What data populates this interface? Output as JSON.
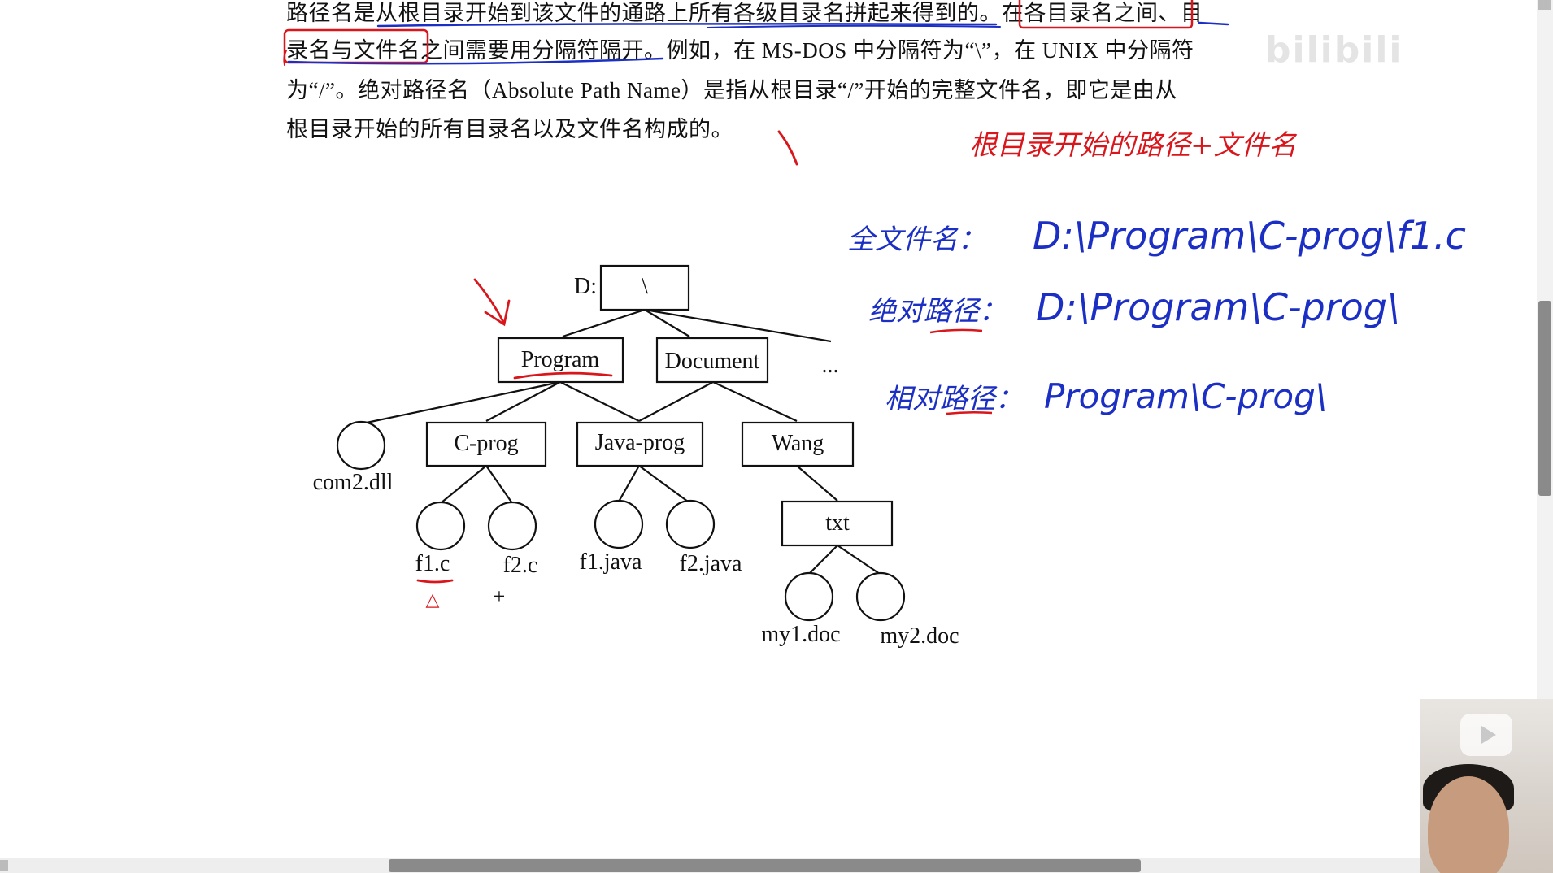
{
  "paragraph": {
    "line1": "路径名是从根目录开始到该文件的通路上所有各级目录名拼起来得到的。在各目录名之间、目",
    "line2": "录名与文件名之间需要用分隔符隔开。例如，在 MS-DOS 中分隔符为“\\”，在 UNIX 中分隔符",
    "line3": "为“/”。绝对路径名（Absolute Path Name）是指从根目录“/”开始的完整文件名，即它是由从",
    "line4": "根目录开始的所有目录名以及文件名构成的。"
  },
  "tree": {
    "drive_label": "D:",
    "root": "\\",
    "level1": [
      "Program",
      "Document",
      "..."
    ],
    "program_children": [
      "com2.dll",
      "C-prog",
      "Java-prog",
      "Wang"
    ],
    "cprog_files": [
      "f1.c",
      "f2.c"
    ],
    "javaprog_files": [
      "f1.java",
      "f2.java"
    ],
    "wang_child": "txt",
    "txt_files": [
      "my1.doc",
      "my2.doc"
    ]
  },
  "annotations": {
    "note_top": "根目录开始的路径+文件名",
    "full_name_label": "全文件名：",
    "full_name_value": "D:\\Program\\C-prog\\f1.c",
    "abs_path_label": "绝对路径：",
    "abs_path_value": "D:\\Program\\C-prog\\",
    "rel_path_label": "相对路径：",
    "rel_path_value": "Program\\C-prog\\",
    "mark_under_f1": "△",
    "mark_under_f2": "+"
  },
  "colors": {
    "ink_red": "#d8161c",
    "ink_blue": "#1c2fc4",
    "text": "#111111"
  },
  "overlay": {
    "watermark": "bilibili"
  }
}
